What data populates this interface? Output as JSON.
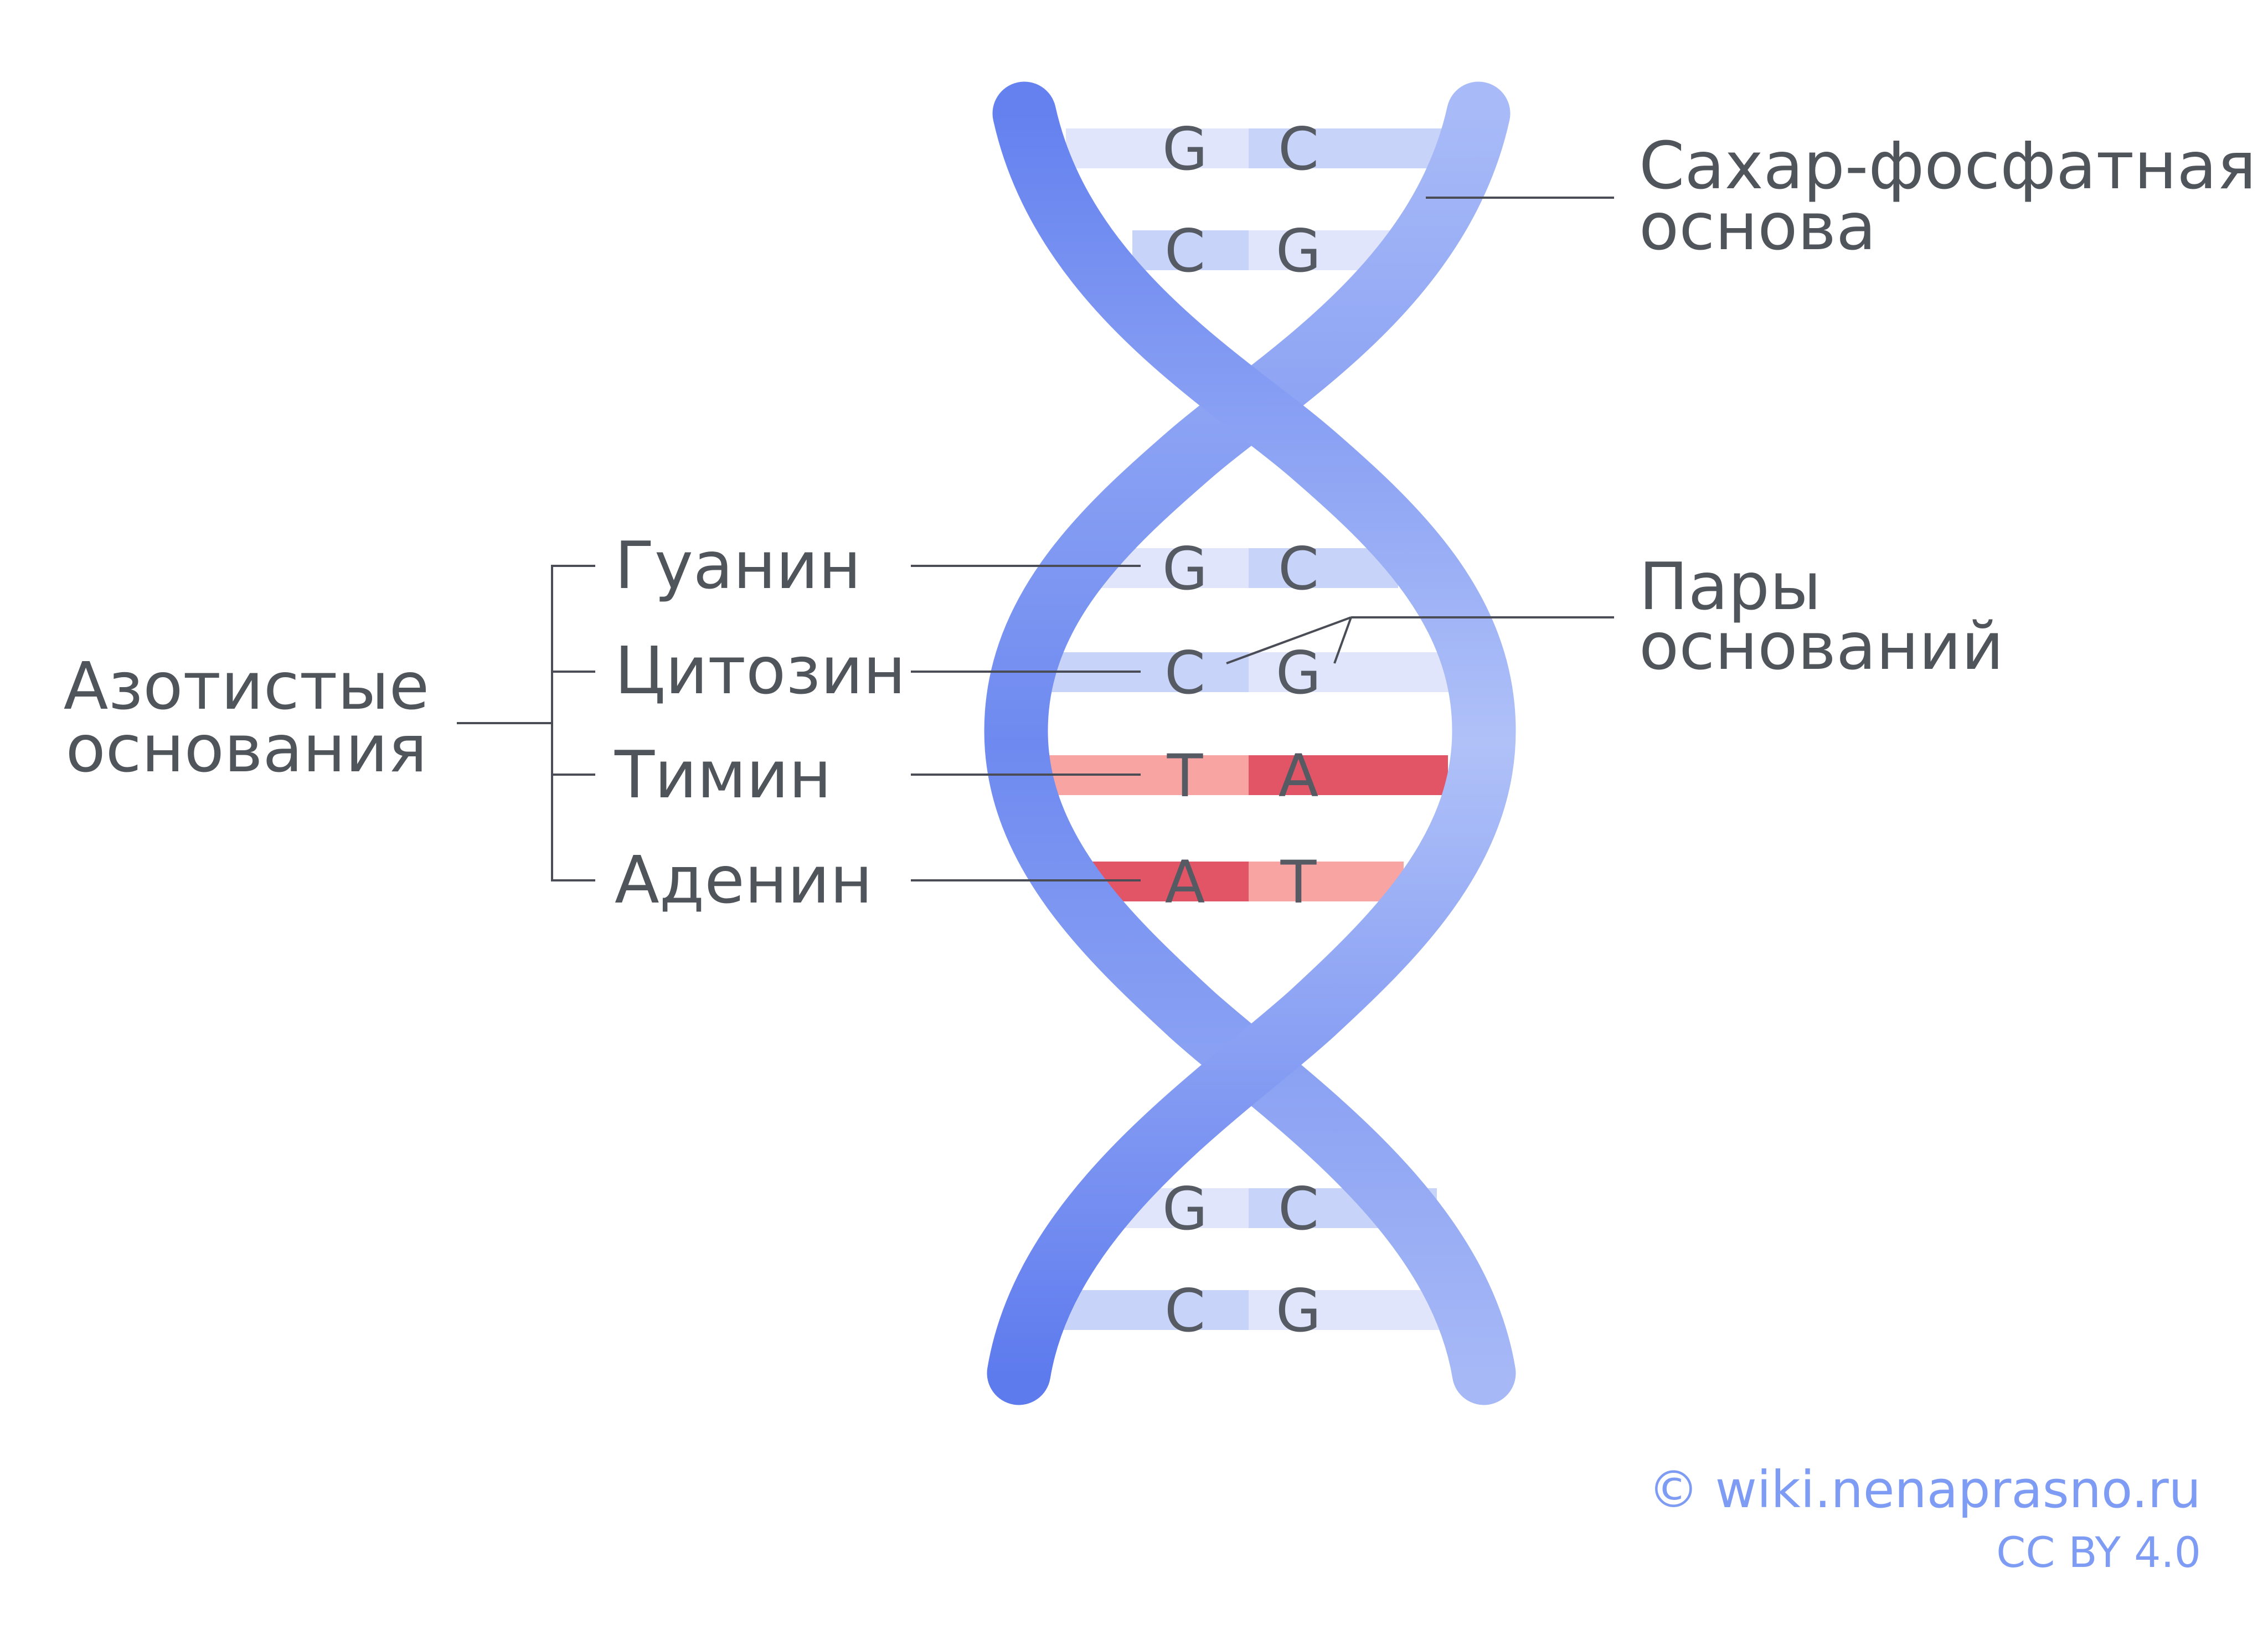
{
  "colors": {
    "strand_dark": "#5f7cee",
    "strand_light": "#a6b8f6",
    "gc_base_light": "#e0e5fb",
    "gc_base_mid": "#c7d3f8",
    "at_base_light": "#f7a4a3",
    "at_base_dark": "#e25566",
    "text": "#50555c",
    "credit": "#7f9cf5"
  },
  "base_pairs": [
    {
      "left": "G",
      "right": "C",
      "type": "GC"
    },
    {
      "left": "C",
      "right": "G",
      "type": "GC"
    },
    {
      "left": "G",
      "right": "C",
      "type": "GC"
    },
    {
      "left": "C",
      "right": "G",
      "type": "GC"
    },
    {
      "left": "T",
      "right": "A",
      "type": "AT"
    },
    {
      "left": "A",
      "right": "T",
      "type": "AT"
    },
    {
      "left": "G",
      "right": "C",
      "type": "GC"
    },
    {
      "left": "C",
      "right": "G",
      "type": "GC"
    }
  ],
  "labels": {
    "backbone": [
      "Сахар-фосфатная",
      "основа"
    ],
    "base_pairs": [
      "Пары",
      "оснований"
    ],
    "nitrogenous_bases": [
      "Азотистые",
      "основания"
    ],
    "guanine": "Гуанин",
    "cytosine": "Цитозин",
    "thymine": "Тимин",
    "adenine": "Аденин"
  },
  "credit": {
    "site": "© wiki.nenaprasno.ru",
    "license": "CC BY 4.0"
  }
}
